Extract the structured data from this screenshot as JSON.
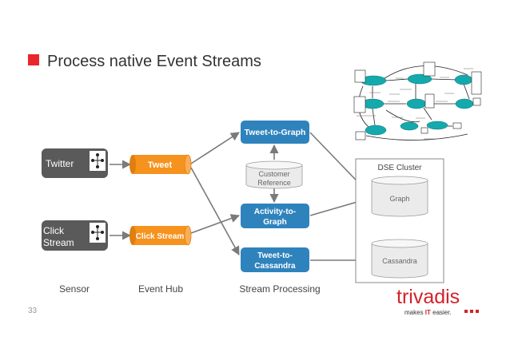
{
  "slide": {
    "title": "Process native Event Streams",
    "page_number": "33"
  },
  "colors": {
    "accent_red": "#e8262b",
    "sensor_box": "#5a5a5a",
    "hub_orange": "#f6921e",
    "processor_blue": "#2f83bd",
    "graph_teal": "#14a9ad",
    "trivadis_red": "#d2232a",
    "trivadis_dark": "#333333"
  },
  "sensors": [
    {
      "id": "twitter",
      "label": "Twitter",
      "icon": "sensor-network-icon"
    },
    {
      "id": "click-stream",
      "label_line1": "Click",
      "label_line2": "Stream",
      "icon": "sensor-network-icon"
    }
  ],
  "hubs": [
    {
      "id": "tweet",
      "label": "Tweet"
    },
    {
      "id": "click-stream-hub",
      "label": "Click Stream"
    }
  ],
  "processors": [
    {
      "id": "tweet-to-graph",
      "line1": "Tweet-to-Graph"
    },
    {
      "id": "activity-to-graph",
      "line1": "Activity-to-",
      "line2": "Graph"
    },
    {
      "id": "tweet-to-cassandra",
      "line1": "Tweet-to-",
      "line2": "Cassandra"
    }
  ],
  "reference": {
    "line1": "Customer",
    "line2": "Reference"
  },
  "cluster": {
    "title": "DSE Cluster",
    "stores": [
      {
        "id": "graph",
        "label": "Graph"
      },
      {
        "id": "cassandra",
        "label": "Cassandra"
      }
    ]
  },
  "column_labels": {
    "sensor": "Sensor",
    "event_hub": "Event Hub",
    "stream_processing": "Stream Processing"
  },
  "logo": {
    "wordmark": "trivadis",
    "tagline_pre": "makes ",
    "tagline_it": "IT",
    "tagline_post": " easier."
  }
}
